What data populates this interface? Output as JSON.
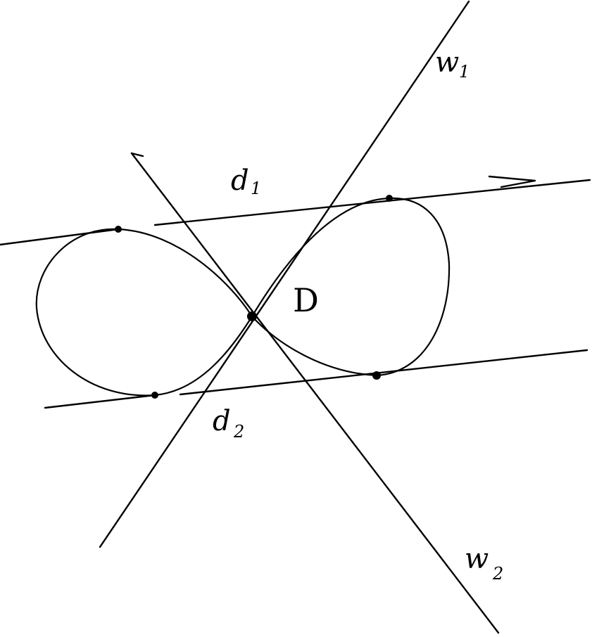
{
  "diagram": {
    "labels": {
      "w1": {
        "main": "w",
        "sub": "1"
      },
      "w2": {
        "main": "w",
        "sub": "2"
      },
      "d1": {
        "main": "d",
        "sub": "1"
      },
      "d2": {
        "main": "d",
        "sub": "2"
      },
      "D": "D"
    },
    "colors": {
      "ink": "#000000",
      "background": "#ffffff"
    }
  }
}
